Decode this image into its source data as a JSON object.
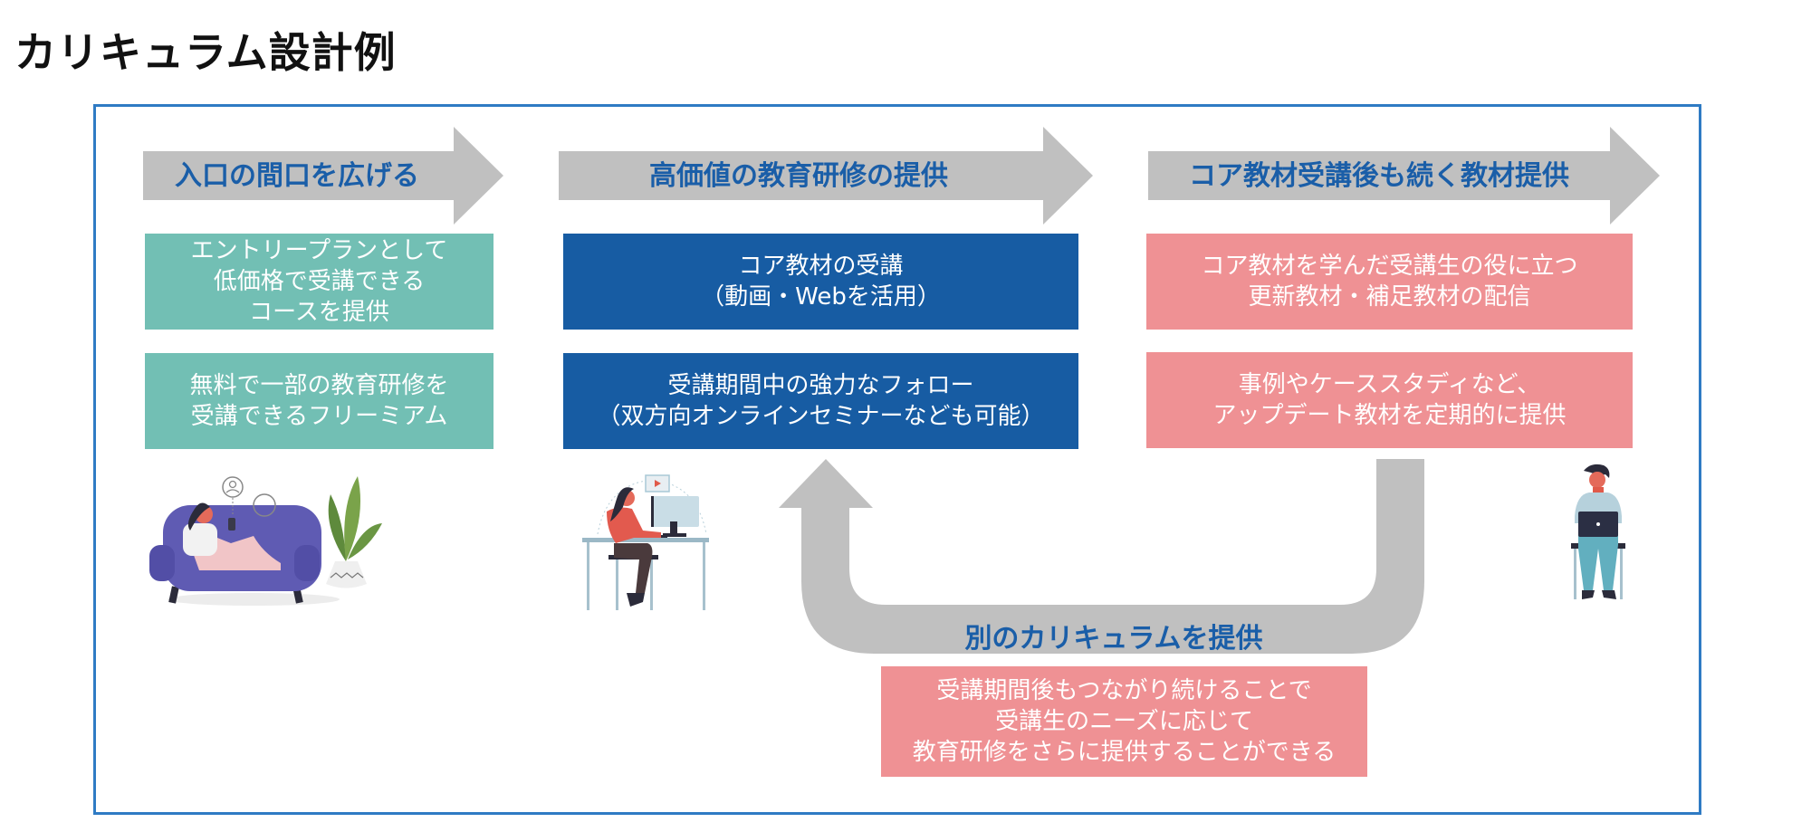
{
  "page": {
    "title": "カリキュラム設計例"
  },
  "stages": [
    {
      "header": "入口の間口を広げる",
      "items": [
        "エントリープランとして\n低価格で受講できる\nコースを提供",
        "無料で一部の教育研修を\n受講できるフリーミアム"
      ],
      "illustration": "person-on-sofa-with-phone"
    },
    {
      "header": "高価値の教育研修の提供",
      "items": [
        "コア教材の受講\n（動画・Webを活用）",
        "受講期間中の強力なフォロー\n（双方向オンラインセミナーなども可能）"
      ],
      "illustration": "person-at-desk-computer"
    },
    {
      "header": "コア教材受講後も続く教材提供",
      "items": [
        "コア教材を学んだ受講生の役に立つ\n更新教材・補足教材の配信",
        "事例やケーススタディなど、\nアップデート教材を定期的に提供"
      ],
      "illustration": "person-with-laptop"
    }
  ],
  "loop": {
    "label": "別のカリキュラムを提供",
    "note": "受講期間後もつながり続けることで\n受講生のニーズに応じて\n教育研修をさらに提供することができる"
  },
  "colors": {
    "frame": "#2f7bc4",
    "arrow": "#c0c0c0",
    "header_text": "#1a5ea8",
    "teal": "#72bfb4",
    "blue": "#175ca3",
    "pink": "#ef9194"
  }
}
